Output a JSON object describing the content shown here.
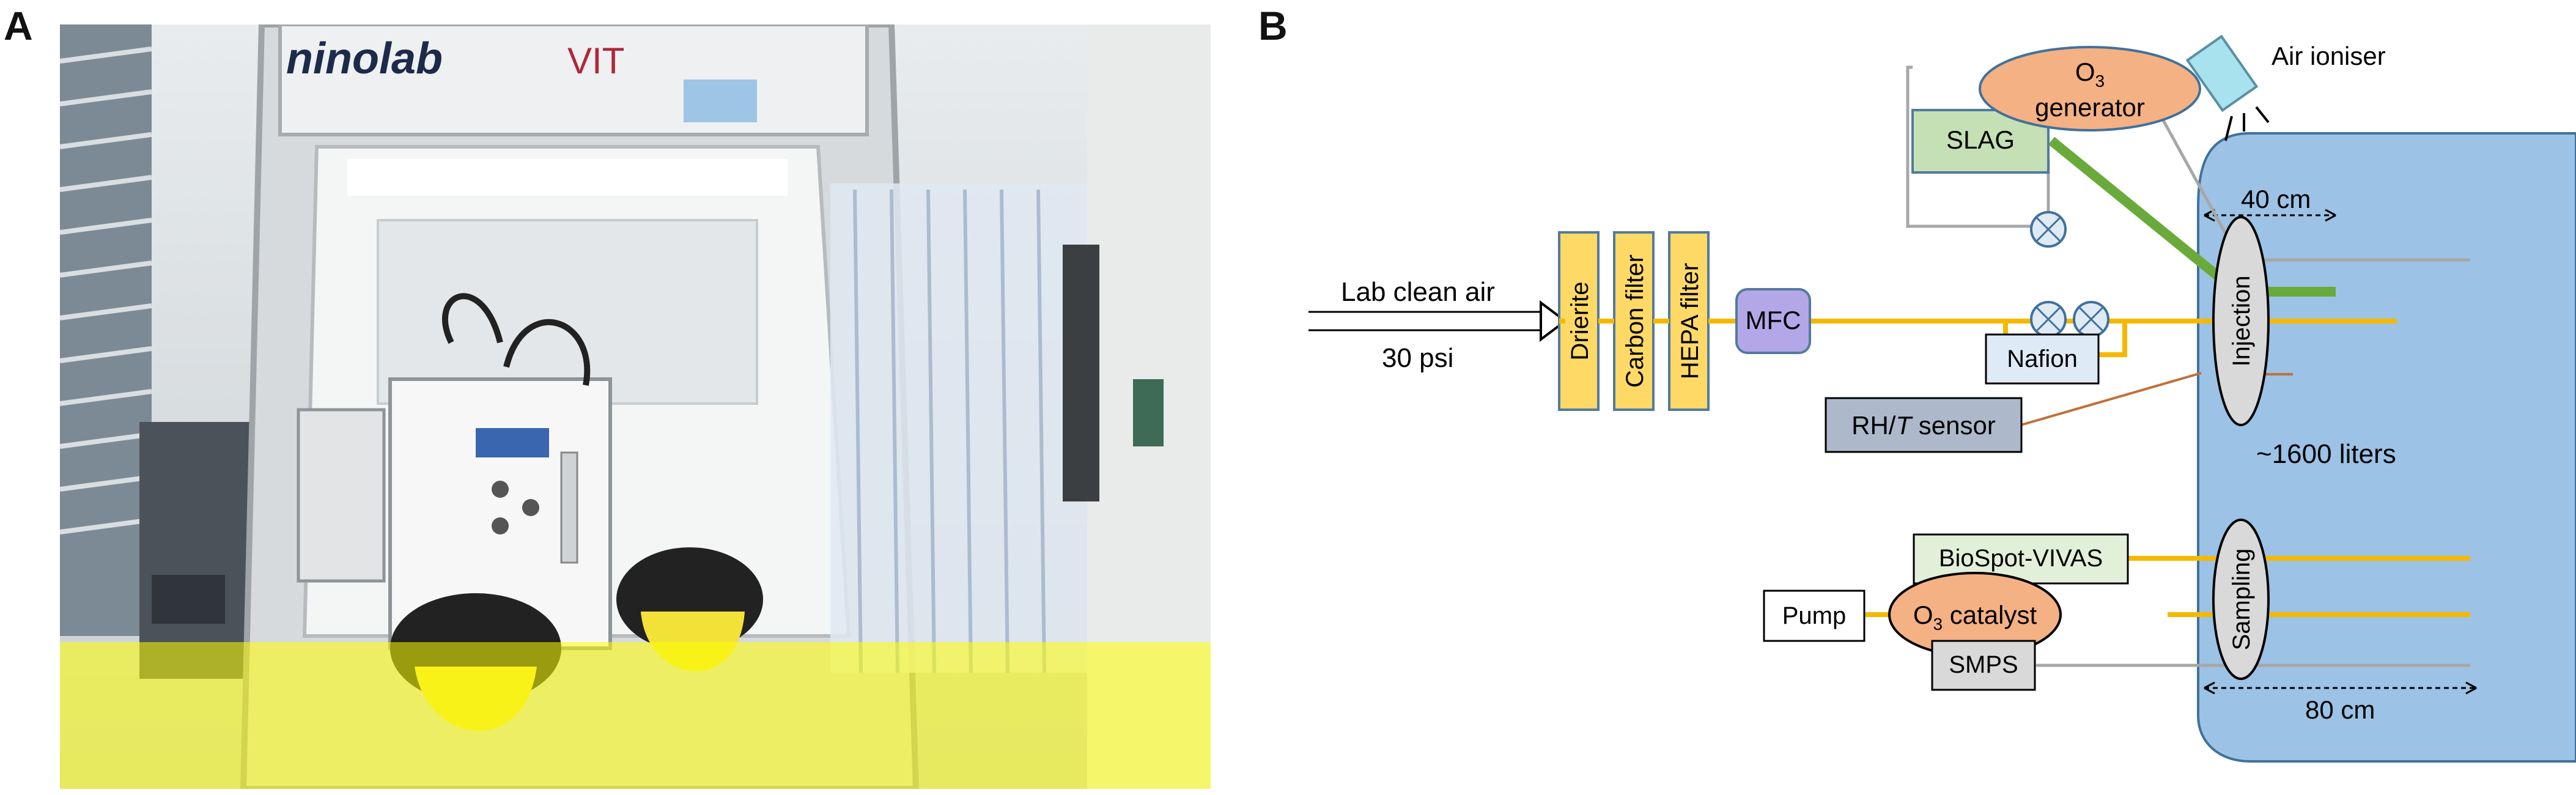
{
  "panel_a": {
    "label": "A",
    "brand_logo": "ninolab",
    "logo_fragment": "VIT"
  },
  "panel_b": {
    "label": "B",
    "inlet": {
      "label": "Lab clean air",
      "pressure": "30 psi"
    },
    "filters": [
      "Drierite",
      "Carbon filter",
      "HEPA filter"
    ],
    "mfc": "MFC",
    "slag": "SLAG",
    "ozone_generator": {
      "prefix": "O",
      "sub": "3",
      "line2": "generator"
    },
    "air_ioniser": "Air ioniser",
    "chamber_width_top": "40 cm",
    "injection": "Injection",
    "nafion": "Nafion",
    "rh_sensor": {
      "prefix": "RH/",
      "italic": "T",
      "suffix": " sensor"
    },
    "volume": "~1600 liters",
    "biospot": "BioSpot-VIVAS",
    "sampling": "Sampling",
    "pump": "Pump",
    "ozone_catalyst": {
      "prefix": "O",
      "sub": "3",
      "suffix": " catalyst"
    },
    "smps": "SMPS",
    "chamber_width_bottom": "80 cm"
  },
  "colors": {
    "air_line": "#f5b800",
    "slag_line": "#6aaa3a",
    "gray_line": "#a7a7a7",
    "chamber_fill": "#9cc2e5",
    "chamber_stroke": "#41719c",
    "filter_fill": "#ffd966",
    "filter_stroke": "#527a9e",
    "mfc_fill": "#b4a7e8",
    "slag_fill": "#c5e0b4",
    "ozone_fill": "#f4b183",
    "injection_fill": "#d9d9d9",
    "nafion_fill": "#deebf7",
    "sensor_fill": "#adb9ca",
    "photo_overlay": "#ffff00"
  }
}
